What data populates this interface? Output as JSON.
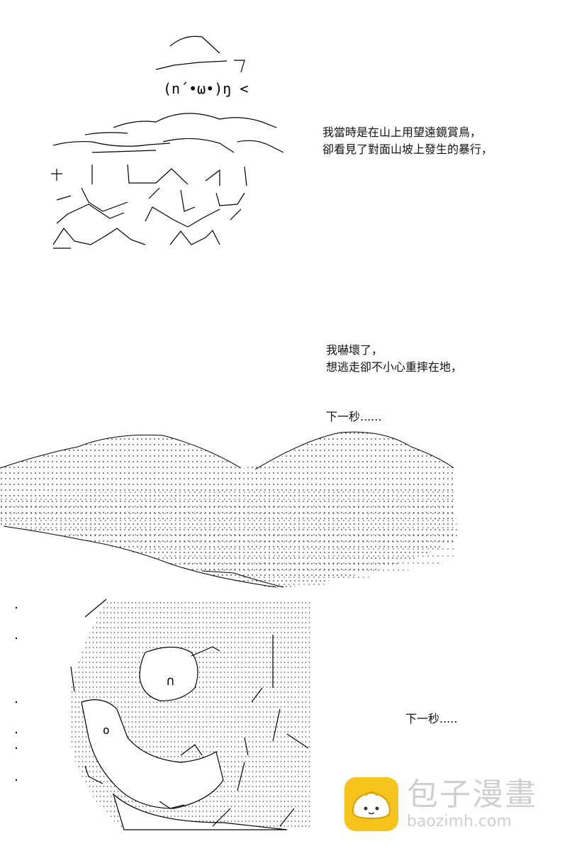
{
  "captions": {
    "line1": "我當時是在山上用望遠鏡賞鳥，",
    "line2": "卻看見了對面山坡上發生的暴行，",
    "line3": "我嚇壞了，",
    "line4": "想逃走卻不小心重摔在地，",
    "line5": "下一秒......",
    "line6": "下一秒....."
  },
  "watermark": {
    "title": "包子漫畫",
    "url": "baozimh.com"
  },
  "colors": {
    "ink": "#000000",
    "watermark_yellow": "#f6c21c",
    "watermark_gray": "#cfcfcf"
  }
}
